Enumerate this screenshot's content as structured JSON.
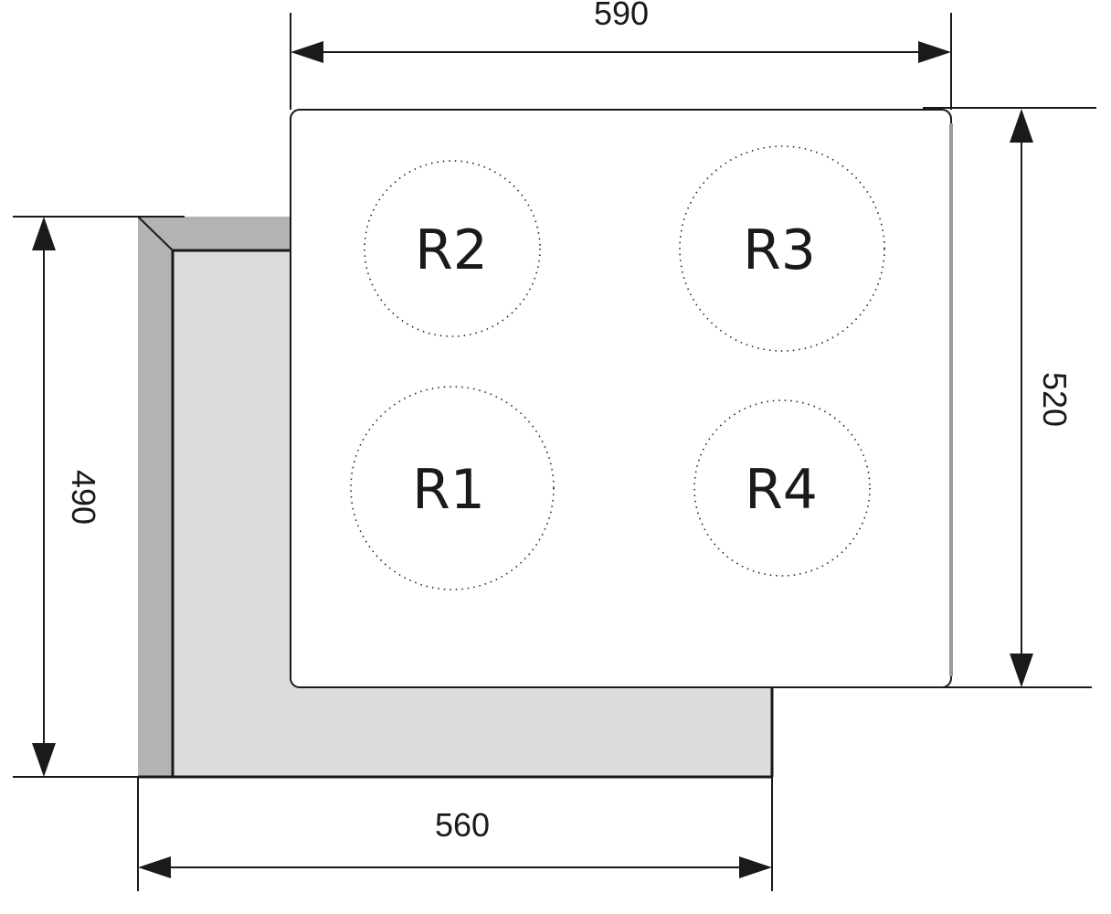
{
  "dimensions": {
    "hob_width": "590",
    "hob_depth": "520",
    "cutout_width": "560",
    "cutout_depth": "490"
  },
  "zones": [
    {
      "label": "R1"
    },
    {
      "label": "R2"
    },
    {
      "label": "R3"
    },
    {
      "label": "R4"
    }
  ],
  "colors": {
    "cutout_fill": "#dcdcdc",
    "cutout_edge": "#b3b3b3",
    "outline": "#1a1a1a"
  }
}
